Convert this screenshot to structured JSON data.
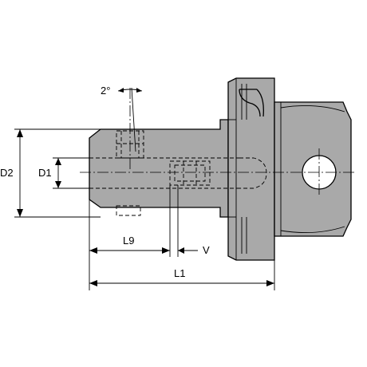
{
  "dimensions": {
    "d2": "D2",
    "d1": "D1",
    "l9": "L9",
    "v": "V",
    "l1": "L1",
    "angle": "2°"
  },
  "colors": {
    "body": "#a9a9a9",
    "body_dark": "#8e8e8e",
    "line": "#000000"
  }
}
